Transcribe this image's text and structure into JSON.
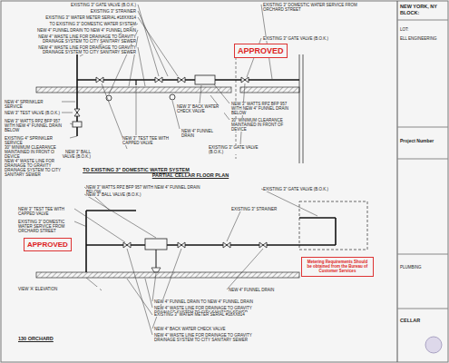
{
  "diagram": {
    "title": "PARTIAL CELLAR FLOOR PLAN",
    "nodes": [
      {
        "text": [
          "APPROVED"
        ]
      },
      {
        "text": [
          "APPROVED"
        ]
      },
      {
        "text": [
          "Metering Requirements Should be obtained from the Bureau of Customer Services"
        ]
      }
    ],
    "labels": [
      "EXISTING 3\" GATE VALVE (B.O.K.)",
      "EXISTING 3\" STRAINER",
      "EXISTING 3\" WATER METER SERIAL #18XX814",
      "TO EXISTING 3\" DOMESTIC WATER SYSTEM",
      "NEW 4\" FUNNEL DRAIN TO NEW 4\" FUNNEL DRAIN",
      "NEW 4\" WASTE LINE FOR DRAINAGE TO GRAVITY DRAINAGE SYSTEM TO CITY SANITARY SEWER",
      "NEW 4\" WASTE LINE FOR DRAINAGE TO GRAVITY DRAINAGE SYSTEM TO CITY SANITARY SEWER",
      "NEW 4\" SPRINKLER SERVICE",
      "NEW 3\" TEST VALVE (B.O.K.)",
      "NEW 3\" WATTS RPZ BFP 957 WITH NEW 4\" FUNNEL DRAIN BELOW",
      "EXISTING 4\" SPRINKLER SERVICE",
      "30\" MINIMUM CLEARANCE MAINTAINED IN FRONT OF DEVICE",
      "NEW 4\" WASTE LINE FOR DRAINAGE TO GRAVITY DRAINAGE SYSTEM TO CITY SANITARY SEWER",
      "EXISTING 3\" DOMESTIC WATER SERVICE FROM ORCHARD STREET",
      "EXISTING 3\" GATE VALVE (B.O.K.)",
      "NEW 3\" BACK WATER CHECK VALVE",
      "NEW 3\" WATTS RPZ BFP 957 WITH NEW 4\" FUNNEL DRAIN BELOW",
      "30\" MINIMUM CLEARANCE MAINTAINED IN FRONT OF DEVICE",
      "NEW 4\" FUNNEL DRAIN",
      "NEW 3\" TEST TEE WITH CAPPED VALVE",
      "NEW 3\" BALL VALVE (B.O.K.)",
      "EXISTING 3\" GATE VALVE (B.O.K.)",
      "TO EXISTING 3\" DOMESTIC WATER SYSTEM",
      "NEW 3\" WATTS RPZ BFP 957 WITH NEW 4\" FUNNEL DRAIN BELOW",
      "NEW 3\" BALL VALVE (B.O.K.)",
      "NEW 3\" TEST TEE WITH CAPPED VALVE",
      "EXISTING 3\" DOMESTIC WATER SERVICE FROM ORCHARD STREET",
      "EXISTING 3\" GATE VALVE (B.O.K.)",
      "EXISTING 3\" STRAINER",
      "NEW 4\" FUNNEL DRAIN",
      "NEW 4\" FUNNEL DRAIN TO NEW 4\" FUNNEL DRAIN",
      "NEW 4\" WASTE LINE FOR DRAINAGE TO GRAVITY DRAINAGE SYSTEM TO CITY SANITARY SEWER",
      "EXISTING 3\" WATER METER SERIAL #18XX814",
      "NEW 4\" BACK WATER CHECK VALVE",
      "NEW 4\" WASTE LINE FOR DRAINAGE TO GRAVITY DRAINAGE SYSTEM TO CITY SANITARY SEWER",
      "VIEW 'A' ELEVATION",
      "130 ORCHARD",
      "NEW YORK, NY",
      "BLOCK:",
      "LOT:",
      "ELL ENGINEERING",
      "Project Number",
      "PLUMBING",
      "CELLAR"
    ]
  }
}
